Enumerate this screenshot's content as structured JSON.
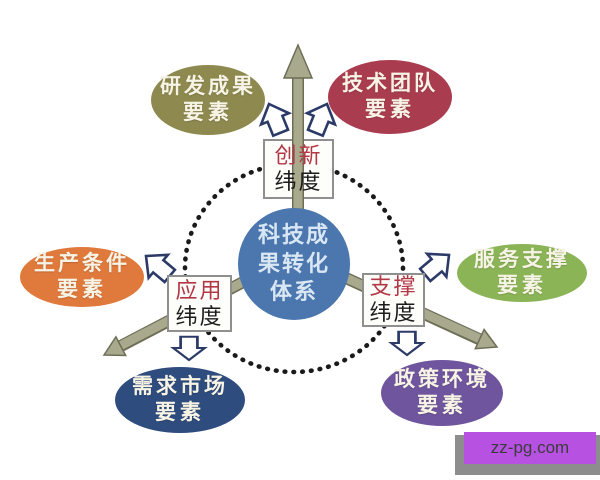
{
  "diagram": {
    "center": {
      "lines": [
        "科技成",
        "果转化",
        "体系"
      ],
      "color": "#4b77ae"
    },
    "dimensions": {
      "innovation": {
        "name": "创新",
        "suffix": "纬度"
      },
      "application": {
        "name": "应用",
        "suffix": "纬度"
      },
      "support": {
        "name": "支撑",
        "suffix": "纬度"
      }
    },
    "factors": [
      {
        "id": "rd-achievements",
        "line1": "研发成果",
        "line2": "要素",
        "color": "#8d894f"
      },
      {
        "id": "tech-team",
        "line1": "技术团队",
        "line2": "要素",
        "color": "#aa3c50"
      },
      {
        "id": "production-conditions",
        "line1": "生产条件",
        "line2": "要素",
        "color": "#e0793c"
      },
      {
        "id": "service-support",
        "line1": "服务支撑",
        "line2": "要素",
        "color": "#8bb457"
      },
      {
        "id": "demand-market",
        "line1": "需求市场",
        "line2": "要素",
        "color": "#2e4c7e"
      },
      {
        "id": "policy-environment",
        "line1": "政策环境",
        "line2": "要素",
        "color": "#6f559e"
      }
    ],
    "accent_red": "#b43745",
    "arrow_color": "#a9a98e",
    "arrow_outline": "#6e6e57",
    "hollow_arrow_stroke": "#2c3a68",
    "ring_color": "#1a1a1a"
  },
  "watermark": {
    "text": "zz-pg.com",
    "bg": "#b751e2"
  }
}
